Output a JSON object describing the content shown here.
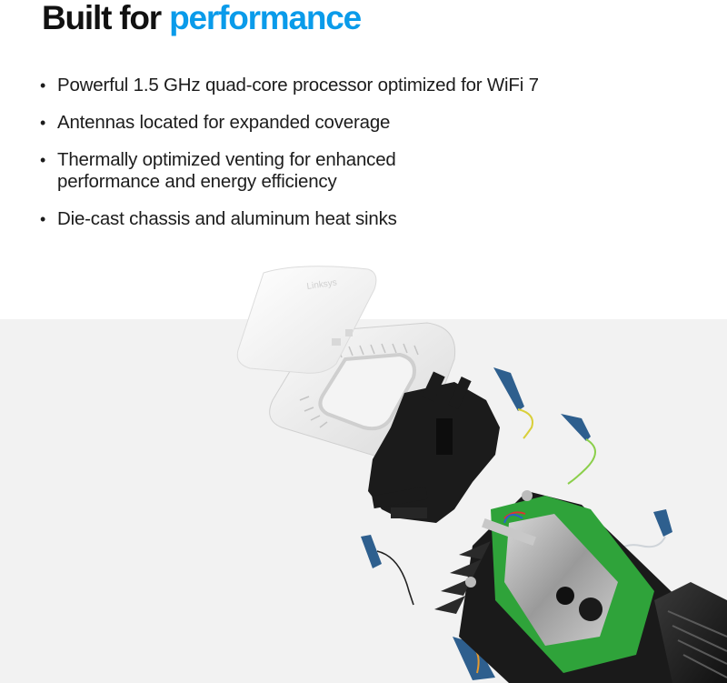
{
  "heading": {
    "part1": "Built for ",
    "part2": "performance",
    "accent_color": "#0a9bea",
    "text_color": "#111111"
  },
  "features": [
    {
      "bullet": "•",
      "text": "Powerful 1.5 GHz quad-core processor optimized for WiFi 7"
    },
    {
      "bullet": "•",
      "text": "Antennas located for expanded coverage"
    },
    {
      "bullet": "•",
      "text": "Thermally optimized venting for enhanced performance and energy efficiency"
    },
    {
      "bullet": "•",
      "text": "Die-cast chassis and aluminum heat sinks"
    }
  ],
  "illustration": {
    "description": "Exploded view of router hardware",
    "logo_text": "Linksys",
    "background_color": "#f2f2f2"
  }
}
